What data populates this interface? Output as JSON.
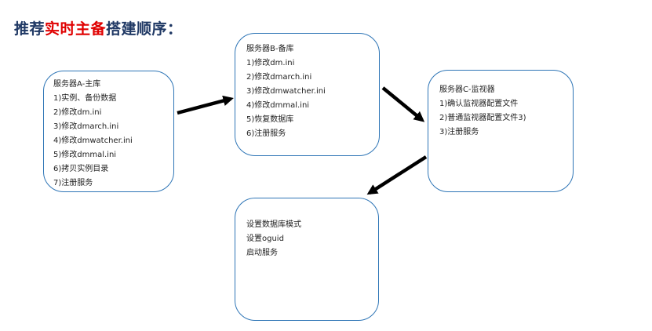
{
  "title": {
    "prefix": "推荐",
    "highlight": "实时主备",
    "suffix": "搭建顺序："
  },
  "boxes": {
    "a": {
      "lines": [
        "服务器A-主库",
        "1)实例、备份数据",
        "2)修改dm.ini",
        "3)修改dmarch.ini",
        "4)修改dmwatcher.ini",
        "5)修改dmmal.ini",
        "6)拷贝实例目录",
        "7)注册服务"
      ]
    },
    "b": {
      "lines": [
        "服务器B-备库",
        "1)修改dm.ini",
        "2)修改dmarch.ini",
        "3)修改dmwatcher.ini",
        "4)修改dmmal.ini",
        "5)恢复数据库",
        "6)注册服务"
      ]
    },
    "c": {
      "lines": [
        "服务器C-监视器",
        "1)确认监视器配置文件",
        "2)普通监视器配置文件3)",
        "3)注册服务"
      ]
    },
    "d": {
      "lines": [
        "设置数据库模式",
        "设置oguid",
        "启动服务"
      ]
    }
  },
  "colors": {
    "title": "#1f3864",
    "highlight": "#e00000",
    "box_border": "#2e75b6",
    "arrow": "#000000"
  }
}
